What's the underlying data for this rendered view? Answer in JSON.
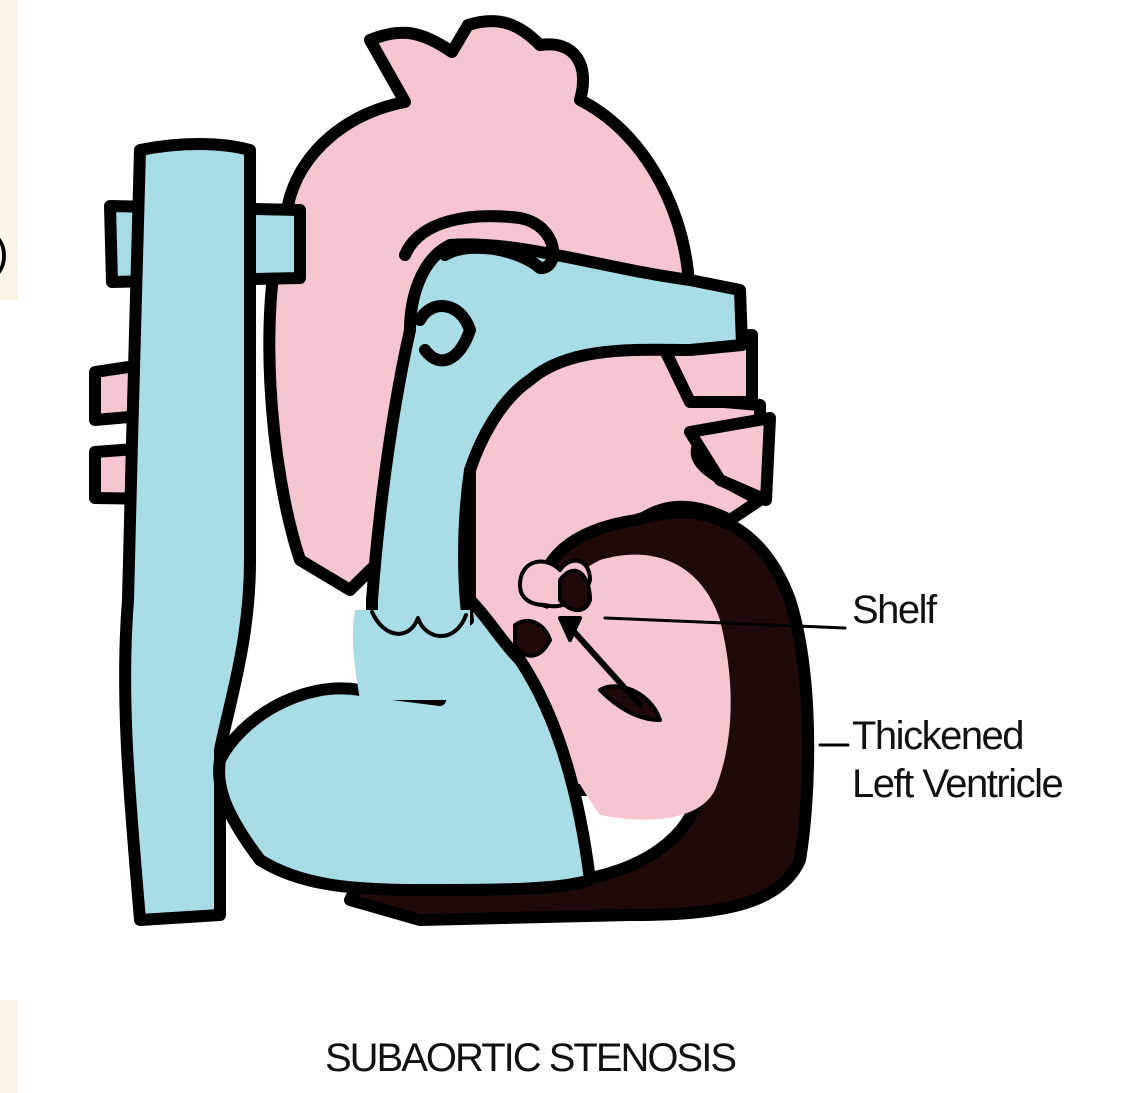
{
  "labels": {
    "shelf": "Shelf",
    "thickened_line1": "Thickened",
    "thickened_line2": "Left Ventricle",
    "title": "SUBAORTIC STENOSIS",
    "edge_fragment": ")"
  },
  "colors": {
    "pink": "#f5c6cf",
    "blue": "#a9dde6",
    "dark": "#1f0a0a",
    "outline": "#000000",
    "background": "#ffffff"
  }
}
